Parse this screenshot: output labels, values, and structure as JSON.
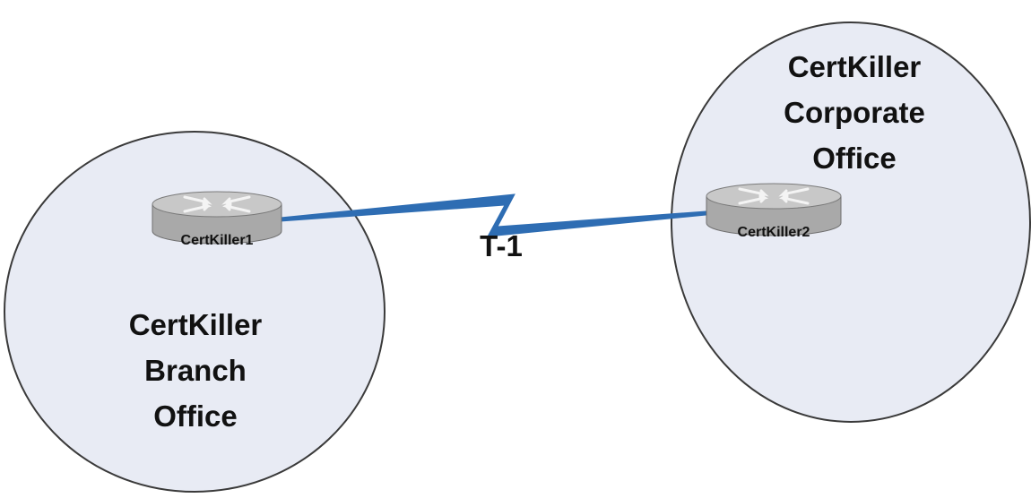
{
  "colors": {
    "site_fill": "#e8ebf4",
    "site_stroke": "#3a3a3a",
    "link": "#2e6db3",
    "router_body": "#a9a9a9",
    "router_top": "#c8c8c8",
    "router_arrows": "#f4f4f4"
  },
  "sites": [
    {
      "id": "branch",
      "label_lines": [
        "CertKiller",
        "Branch",
        "Office"
      ]
    },
    {
      "id": "corporate",
      "label_lines": [
        "CertKiller",
        "Corporate",
        "Office"
      ]
    }
  ],
  "routers": [
    {
      "id": "certkiller1",
      "label": "CertKiller1",
      "icon": "router-icon"
    },
    {
      "id": "certkiller2",
      "label": "CertKiller2",
      "icon": "router-icon"
    }
  ],
  "link": {
    "label": "T-1",
    "type": "serial-lightning"
  }
}
